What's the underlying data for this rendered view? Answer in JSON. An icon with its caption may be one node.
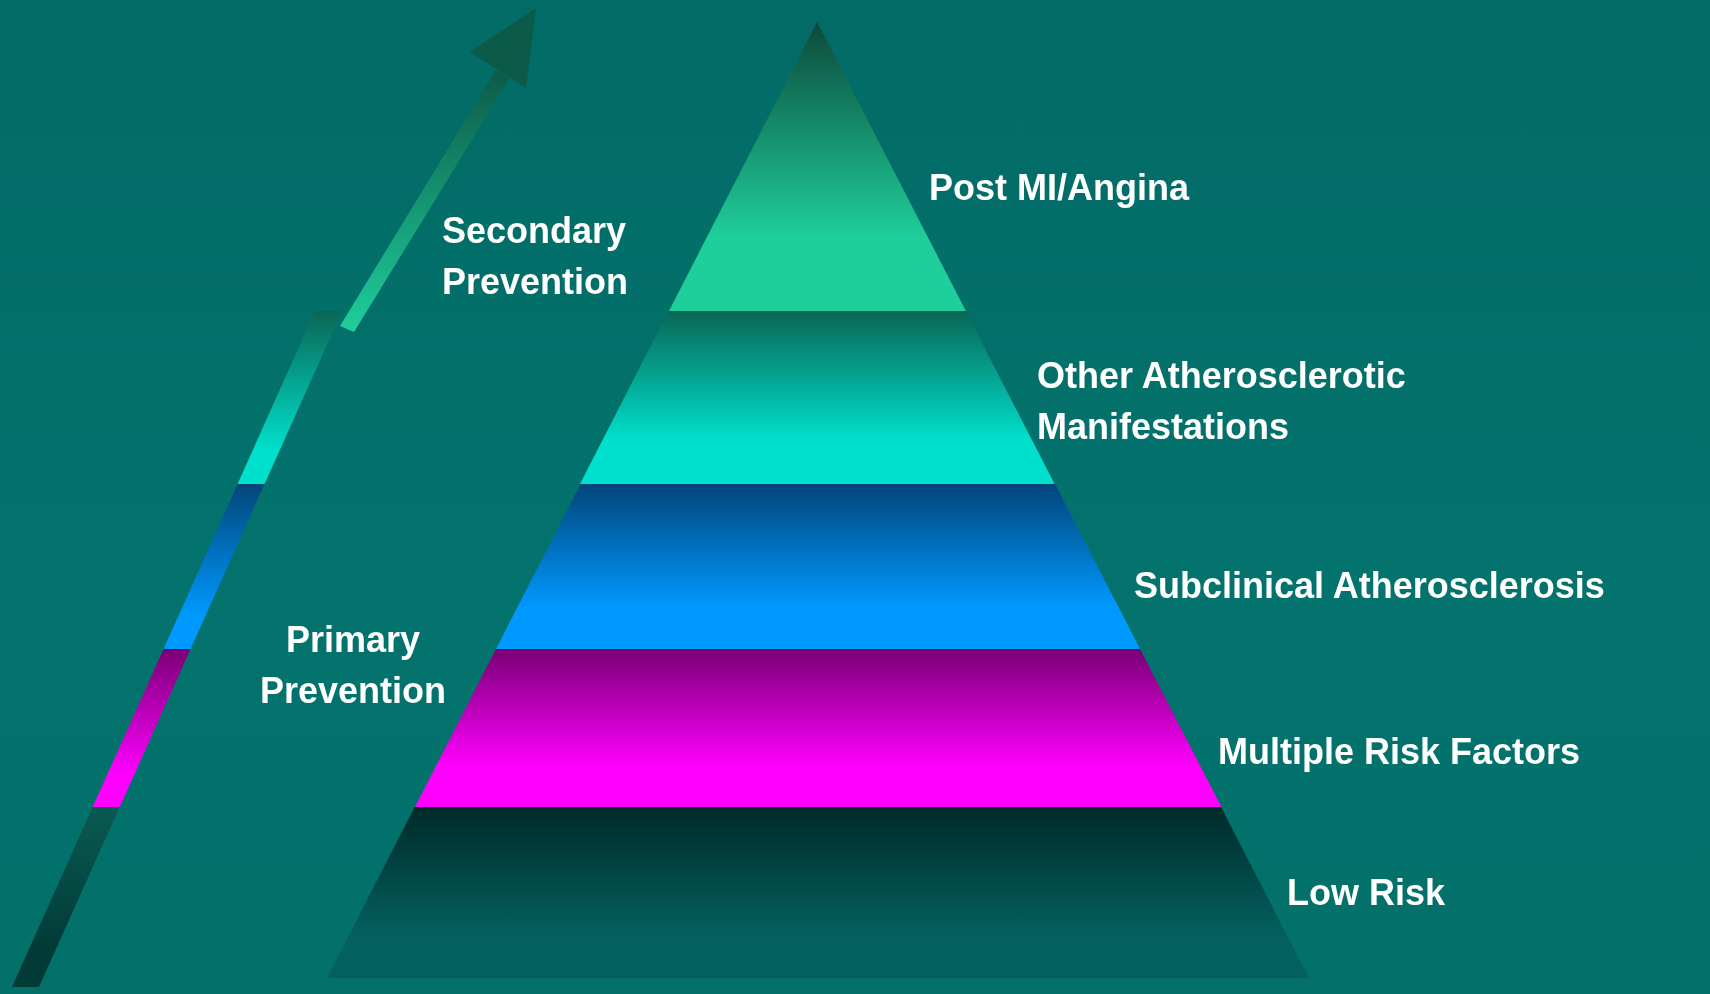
{
  "diagram": {
    "nodes": [
      {
        "text": [],
        "shape": "band",
        "beside": [
          "Post MI/Angina"
        ]
      },
      {
        "text": [],
        "shape": "band",
        "beside": [
          "Other Atherosclerotic Manifestations"
        ]
      },
      {
        "text": [],
        "shape": "band",
        "beside": [
          "Subclinical Atherosclerosis"
        ]
      },
      {
        "text": [],
        "shape": "band",
        "beside": [
          "Multiple Risk Factors"
        ]
      },
      {
        "text": [],
        "shape": "band",
        "beside": [
          "Low Risk"
        ]
      }
    ],
    "edges": [],
    "labels": [
      "Secondary Prevention",
      "Primary Prevention"
    ]
  }
}
